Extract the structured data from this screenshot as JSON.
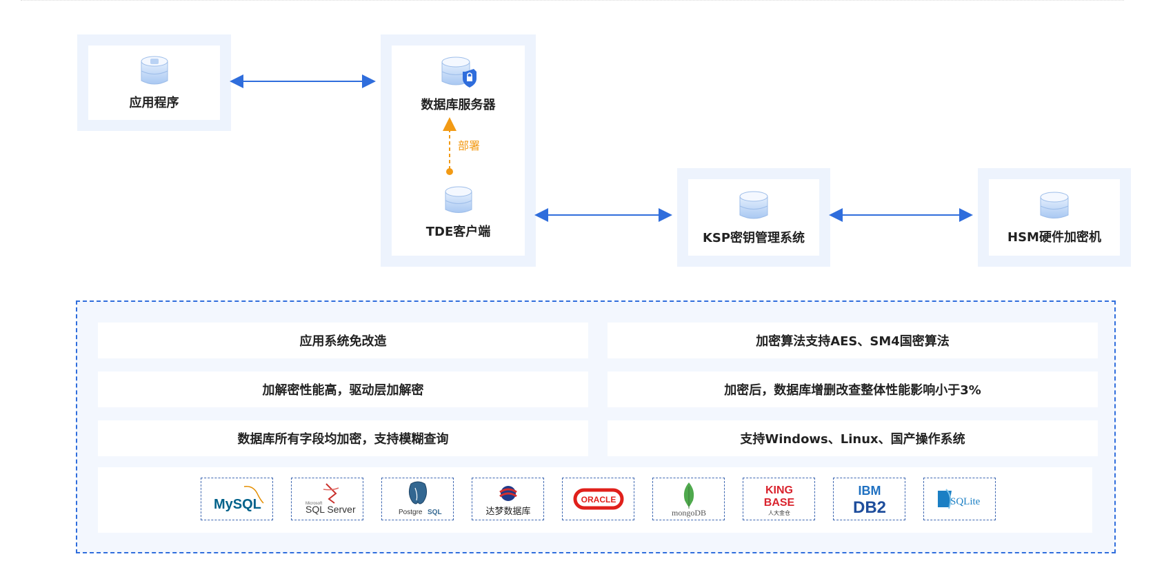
{
  "nodes": {
    "app": {
      "label": "应用程序",
      "icon": "database-app-icon"
    },
    "db_server": {
      "label": "数据库服务器",
      "icon": "database-shield-icon"
    },
    "tde_client": {
      "label": "TDE客户端",
      "icon": "tde-database-icon"
    },
    "ksp": {
      "label": "KSP密钥管理系统",
      "icon": "ksp-database-icon"
    },
    "hsm": {
      "label": "HSM硬件加密机",
      "icon": "hsm-database-icon"
    }
  },
  "deploy_label": "部署",
  "features": [
    "应用系统免改造",
    "加密算法支持AES、SM4国密算法",
    "加解密性能高，驱动层加解密",
    "加密后，数据库增删改查整体性能影响小于3%",
    "数据库所有字段均加密，支持模糊查询",
    "支持Windows、Linux、国产操作系统"
  ],
  "logos": {
    "mysql": "MySQL",
    "sqlserver_small": "Microsoft",
    "sqlserver": "SQL Server",
    "postgres": "Postgre",
    "postgres_sql": "SQL",
    "dameng": "达梦数据库",
    "oracle": "ORACLE",
    "mongodb": "mongoDB",
    "kingbase_1": "KING",
    "kingbase_2": "BASE",
    "kingbase_sub": "人大金仓",
    "ibm": "IBM",
    "db2": "DB2",
    "sqlite": "SQLite"
  },
  "colors": {
    "accent_blue": "#2f6ddc",
    "node_bg": "#edf3fd",
    "panel_bg": "#f3f7fe",
    "deploy_orange": "#f29a14"
  }
}
